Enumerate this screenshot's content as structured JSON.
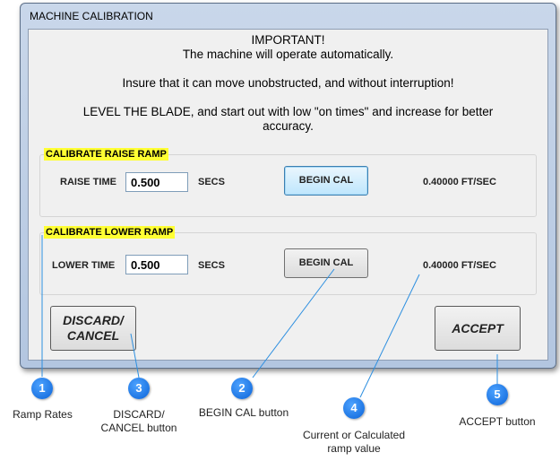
{
  "window": {
    "title": "MACHINE CALIBRATION"
  },
  "notice": {
    "heading": "IMPORTANT!",
    "line1": "The machine will operate automatically.",
    "line2": "Insure that it can move unobstructed, and without interruption!",
    "line3": "LEVEL THE BLADE, and start out with low \"on times\" and increase for better",
    "line4": "accuracy."
  },
  "raise": {
    "group_label": "CALIBRATE RAISE RAMP",
    "time_label": "RAISE TIME",
    "time_value": "0.500",
    "units": "SECS",
    "button": "BEGIN CAL",
    "rate": "0.40000 FT/SEC"
  },
  "lower": {
    "group_label": "CALIBRATE LOWER RAMP",
    "time_label": "LOWER TIME",
    "time_value": "0.500",
    "units": "SECS",
    "button": "BEGIN CAL",
    "rate": "0.40000 FT/SEC"
  },
  "actions": {
    "discard_line1": "DISCARD/",
    "discard_line2": "CANCEL",
    "accept": "ACCEPT"
  },
  "callouts": [
    {
      "number": "1",
      "caption1": "Ramp Rates",
      "caption2": ""
    },
    {
      "number": "2",
      "caption1": "BEGIN CAL button",
      "caption2": ""
    },
    {
      "number": "3",
      "caption1": "DISCARD/",
      "caption2": "CANCEL button"
    },
    {
      "number": "4",
      "caption1": "Current or Calculated",
      "caption2": "ramp value"
    },
    {
      "number": "5",
      "caption1": "ACCEPT  button",
      "caption2": ""
    }
  ],
  "colors": {
    "highlight": "#ffff33",
    "badge": "#1a73e8",
    "callout_line": "#2d8fe0"
  }
}
